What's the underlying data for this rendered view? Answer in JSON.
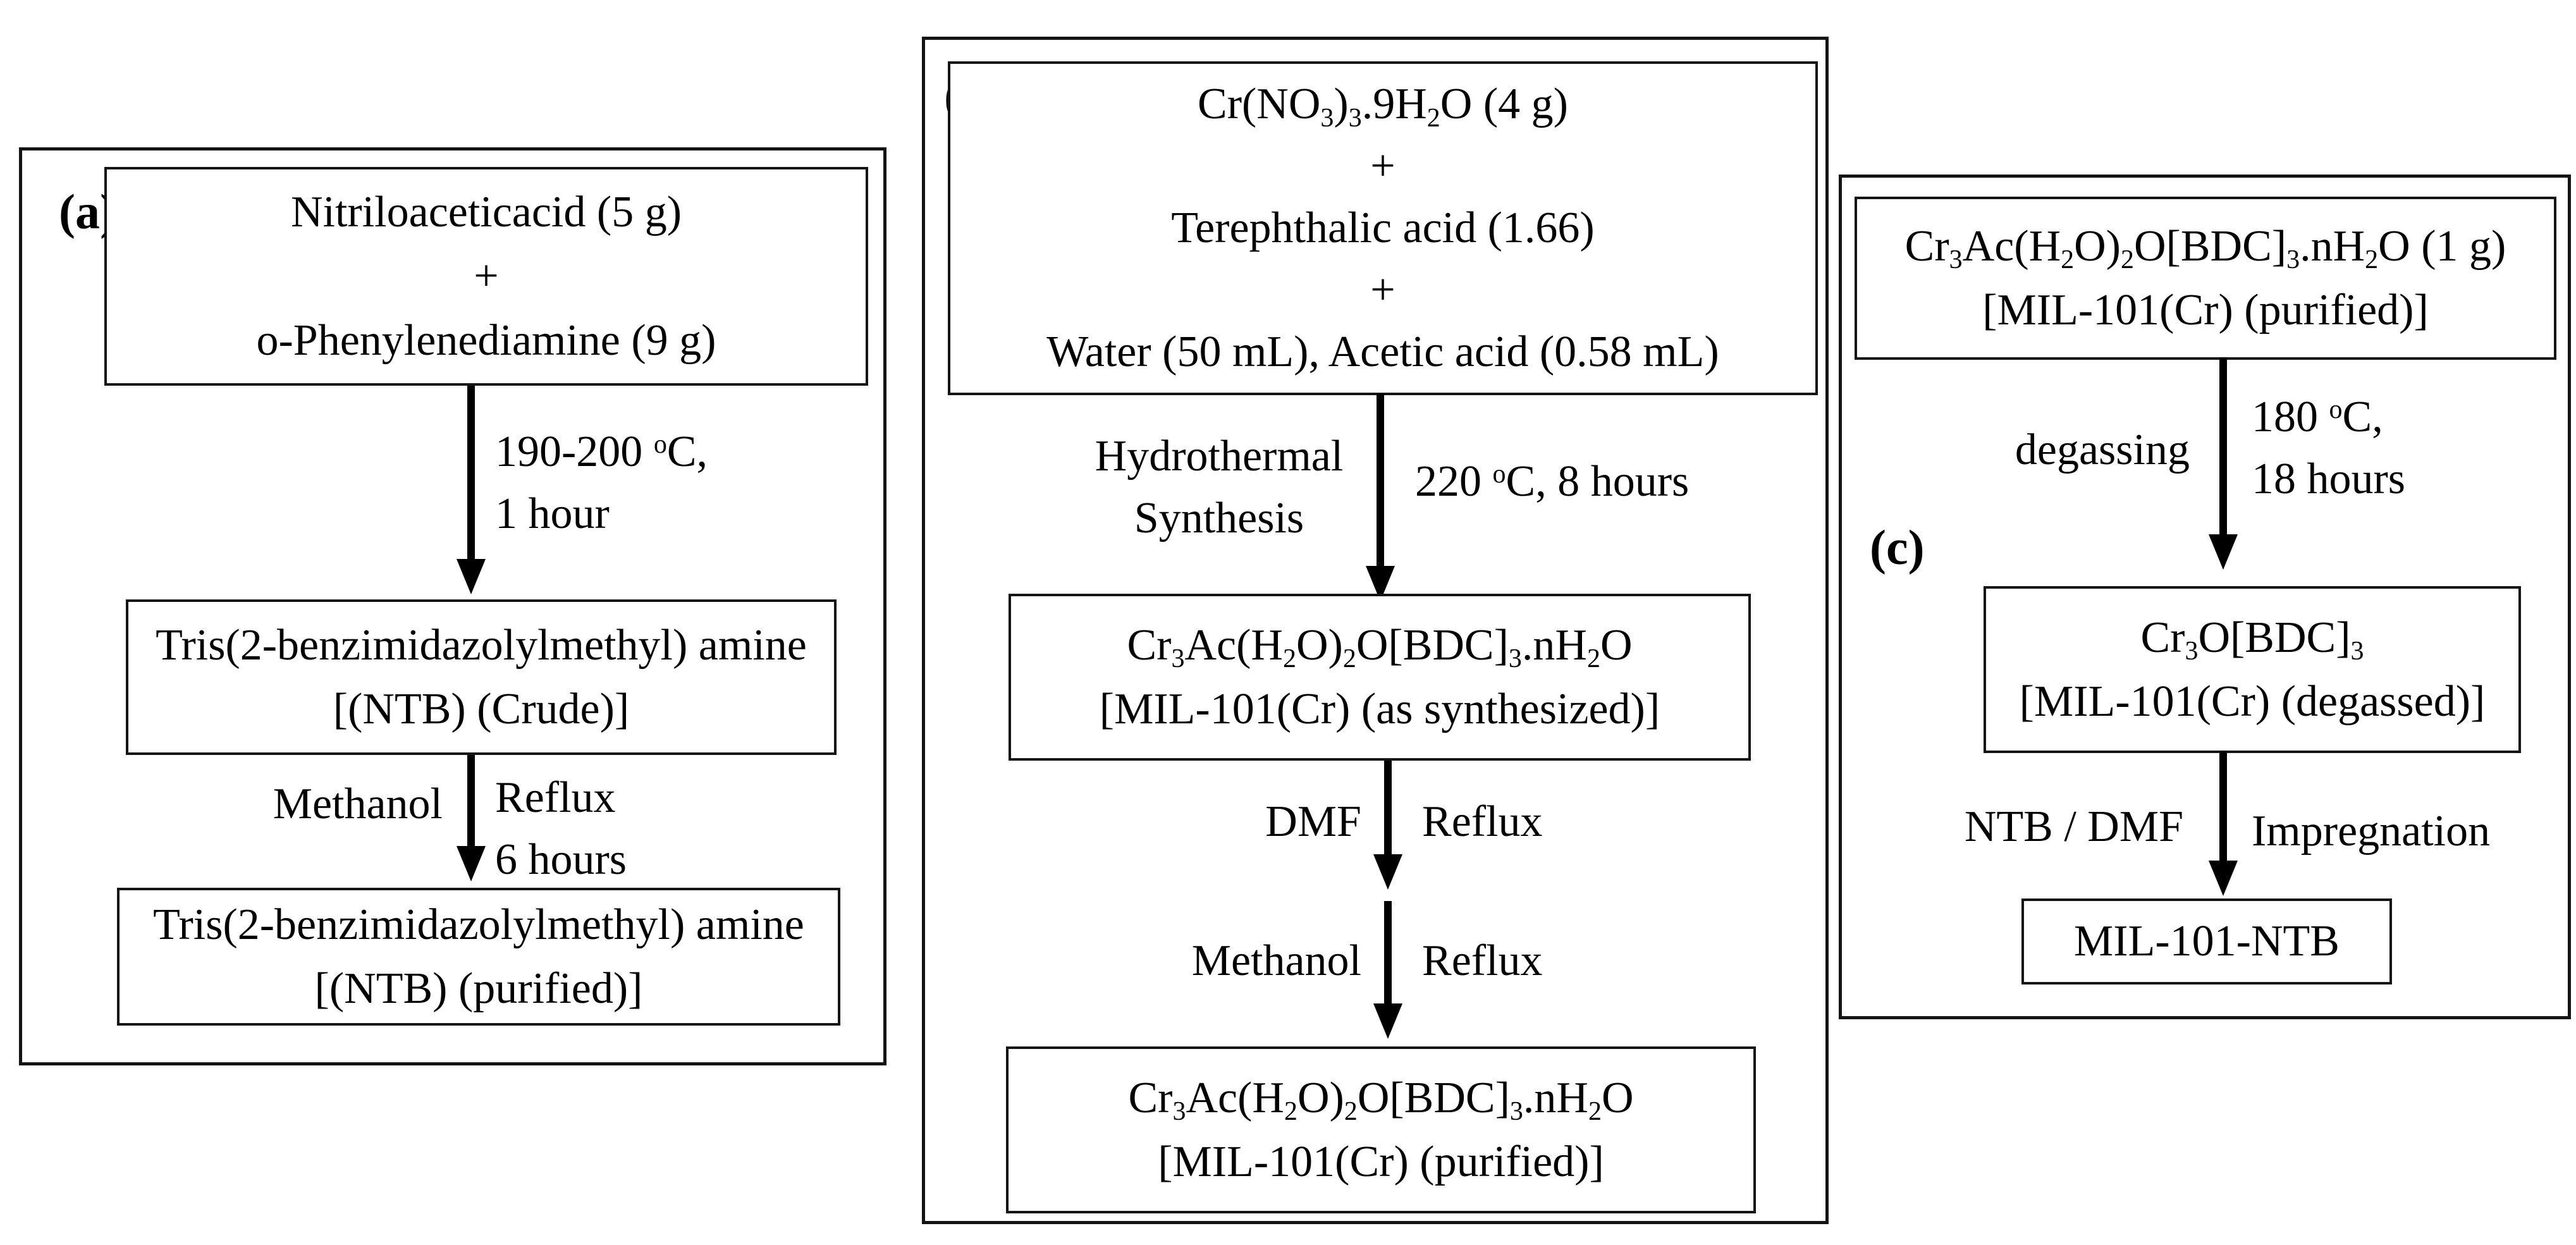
{
  "figure": {
    "background_color": "#ffffff",
    "line_color": "#000000"
  },
  "panels": {
    "a": {
      "label": "(a)",
      "box1": {
        "lines": [
          "Nitriloaceticacid (5 g)",
          "+",
          "o-Phenylenediamine (9 g)"
        ]
      },
      "step1": {
        "right": [
          "190-200 <sup>o</sup>C,",
          "1 hour"
        ]
      },
      "box2": {
        "lines": [
          "Tris(2-benzimidazolylmethyl) amine",
          "[(NTB) (Crude)]"
        ]
      },
      "step2": {
        "left": "Methanol",
        "right": [
          "Reflux",
          "6 hours"
        ]
      },
      "box3": {
        "lines": [
          "Tris(2-benzimidazolylmethyl) amine",
          "[(NTB) (purified)]"
        ]
      }
    },
    "b": {
      "label": "(b)",
      "box1": {
        "lines": [
          "Cr(NO<sub>3</sub>)<sub>3</sub>.9H<sub>2</sub>O (4 g)",
          "+",
          "Terephthalic acid (1.66)",
          "+",
          "Water (50 mL), Acetic acid (0.58 mL)"
        ]
      },
      "step1": {
        "left": [
          "Hydrothermal",
          "Synthesis"
        ],
        "right": [
          "220 <sup>o</sup>C, 8 hours"
        ]
      },
      "box2": {
        "lines": [
          "Cr<sub>3</sub>Ac(H<sub>2</sub>O)<sub>2</sub>O[BDC]<sub>3</sub>.nH<sub>2</sub>O",
          "[MIL-101(Cr) (as synthesized)]"
        ]
      },
      "step2": {
        "left": "DMF",
        "right": [
          "Reflux"
        ]
      },
      "step3": {
        "left": "Methanol",
        "right": [
          "Reflux"
        ]
      },
      "box3": {
        "lines": [
          "Cr<sub>3</sub>Ac(H<sub>2</sub>O)<sub>2</sub>O[BDC]<sub>3</sub>.nH<sub>2</sub>O",
          "[MIL-101(Cr) (purified)]"
        ]
      }
    },
    "c": {
      "label": "(c)",
      "box1": {
        "lines": [
          "Cr<sub>3</sub>Ac(H<sub>2</sub>O)<sub>2</sub>O[BDC]<sub>3</sub>.nH<sub>2</sub>O (1 g)",
          "[MIL-101(Cr) (purified)]"
        ]
      },
      "step1": {
        "left": "degassing",
        "right": [
          "180 <sup>o</sup>C,",
          "18 hours"
        ]
      },
      "box2": {
        "lines": [
          "Cr<sub>3</sub>O[BDC]<sub>3</sub>",
          "[MIL-101(Cr) (degassed)]"
        ]
      },
      "step2": {
        "left": "NTB / DMF",
        "right": [
          "Impregnation"
        ]
      },
      "box3": {
        "lines": [
          "MIL-101-NTB"
        ]
      }
    }
  }
}
